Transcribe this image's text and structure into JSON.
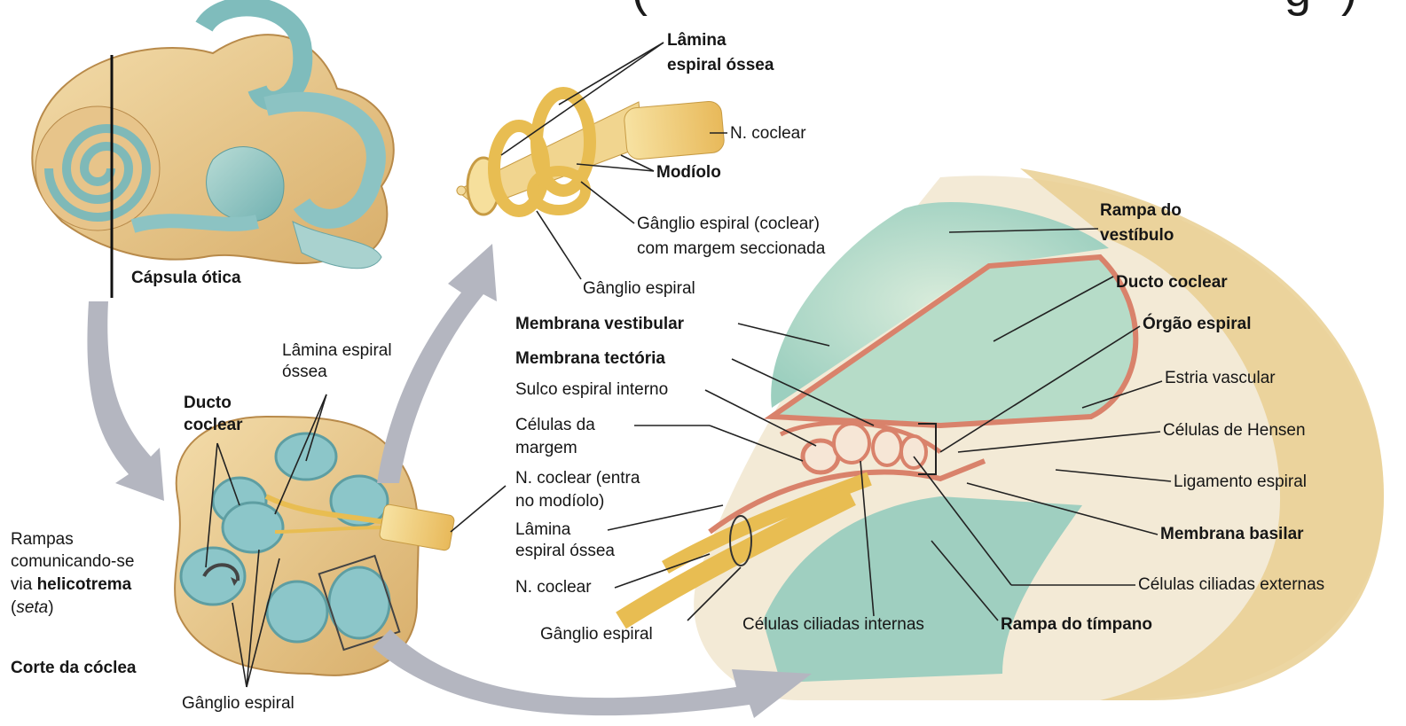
{
  "top_cut_text": {
    "left": "(",
    "right": "g",
    "close": ")"
  },
  "labels": {
    "capsula_otica": "Cápsula ótica",
    "lamina_top": "Lâmina",
    "lamina_top_2": "espiral óssea",
    "n_coclear_top": "N. coclear",
    "modiolo": "Modíolo",
    "ganglio_coclear": "Gânglio espiral (coclear)",
    "ganglio_coclear_2": "com margem seccionada",
    "ganglio_espiral_top": "Gânglio espiral",
    "rampa_vestibulo": "Rampa do",
    "rampa_vestibulo_2": "vestíbulo",
    "ducto_coclear_right": "Ducto coclear",
    "orgao_espiral": "Órgão espiral",
    "estria_vascular": "Estria vascular",
    "celulas_hensen": "Células de Hensen",
    "ligamento_espiral": "Ligamento espiral",
    "membrana_basilar": "Membrana basilar",
    "celulas_ciliadas_externas": "Células ciliadas externas",
    "rampa_timpano": "Rampa do tímpano",
    "celulas_ciliadas_internas": "Células ciliadas internas",
    "ganglio_espiral_bottom": "Gânglio espiral",
    "n_coclear_mid": "N. coclear",
    "lamina_mid": "Lâmina",
    "lamina_mid_2": "espiral óssea",
    "n_coclear_entra": "N. coclear (entra",
    "n_coclear_entra_2": "no modíolo)",
    "celulas_margem": "Células da",
    "celulas_margem_2": "margem",
    "sulco_espiral": "Sulco espiral interno",
    "membrana_tectoria": "Membrana tectória",
    "membrana_vestibular": "Membrana vestibular",
    "lamina_left": "Lâmina espiral",
    "lamina_left_2": "óssea",
    "ducto_left": "Ducto",
    "ducto_left_2": "coclear",
    "rampas_1": "Rampas",
    "rampas_2": "comunicando-se",
    "rampas_3a": "via ",
    "rampas_3b": "helicotrema",
    "rampas_4a": "(",
    "rampas_4b": "seta",
    "rampas_4c": ")",
    "corte_coclea": "Corte da cóclea",
    "ganglio_espiral_left": "Gânglio espiral"
  },
  "colors": {
    "bone": "#e9c98f",
    "bone_dark": "#c99a55",
    "duct_teal": "#8fc6c6",
    "duct_light": "#cde6dc",
    "nerve": "#f2d27a",
    "cell_red": "#d9826b",
    "arrow": "#a9a9b4"
  }
}
